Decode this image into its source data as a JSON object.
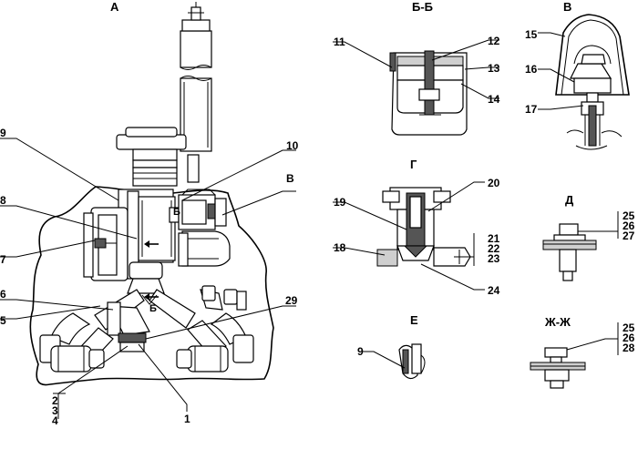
{
  "views": {
    "a": "А",
    "bb": "Б-Б",
    "v": "В",
    "g": "Г",
    "d": "Д",
    "e": "Е",
    "zh": "Ж-Ж"
  },
  "callouts": {
    "main": {
      "n1": "1",
      "n2": "2",
      "n3": "3",
      "n4": "4",
      "n5": "5",
      "n6": "6",
      "n7": "7",
      "n8": "8",
      "n9": "9",
      "n10": "10",
      "n29": "29",
      "v": "В",
      "b_mark": "Б"
    },
    "bb": {
      "n11": "11",
      "n12": "12",
      "n13": "13",
      "n14": "14"
    },
    "v": {
      "n15": "15",
      "n16": "16",
      "n17": "17"
    },
    "g": {
      "n18": "18",
      "n19": "19",
      "n20": "20",
      "n21": "21",
      "n22": "22",
      "n23": "23",
      "n24": "24"
    },
    "d": {
      "n25": "25",
      "n26": "26",
      "n27": "27"
    },
    "e": {
      "n9": "9"
    },
    "zh": {
      "n25": "25",
      "n26": "26",
      "n28": "28"
    }
  },
  "colors": {
    "ink": "#000000",
    "paper": "#ffffff",
    "hatch": "#555555"
  }
}
